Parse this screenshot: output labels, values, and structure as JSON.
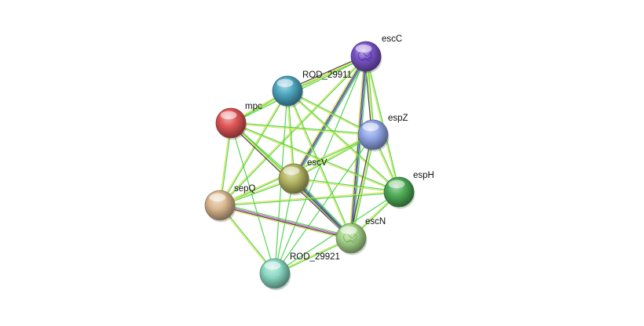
{
  "network": {
    "nodes": [
      {
        "id": "escC",
        "label": "escC",
        "color": "#7b55c9",
        "glyph": true,
        "glyph_color": "#3a1e86"
      },
      {
        "id": "ROD_29911",
        "label": "ROD_29911",
        "color": "#4fa8c2",
        "glyph": false
      },
      {
        "id": "mpc",
        "label": "mpc",
        "color": "#e05656",
        "glyph": false
      },
      {
        "id": "espZ",
        "label": "espZ",
        "color": "#93a8ea",
        "glyph": false
      },
      {
        "id": "escV",
        "label": "escV",
        "color": "#b7b864",
        "glyph": false
      },
      {
        "id": "espH",
        "label": "espH",
        "color": "#4fad57",
        "glyph": false
      },
      {
        "id": "sepQ",
        "label": "sepQ",
        "color": "#dcb991",
        "glyph": false
      },
      {
        "id": "escN",
        "label": "escN",
        "color": "#a7d88a",
        "glyph": true,
        "glyph_color": "#6e8f55"
      },
      {
        "id": "ROD_29921",
        "label": "ROD_29921",
        "color": "#8bdac4",
        "glyph": false
      }
    ],
    "edge_colors": {
      "green": "#3fd13c",
      "yellow": "#d6e14a",
      "black": "#333333",
      "blue": "#3030d6",
      "magenta": "#cf37cf",
      "gray": "#9a9a9a"
    },
    "edges": [
      {
        "source": "escC",
        "target": "ROD_29911",
        "types": [
          "green",
          "yellow",
          "black"
        ]
      },
      {
        "source": "escC",
        "target": "mpc",
        "types": [
          "green",
          "yellow"
        ]
      },
      {
        "source": "escC",
        "target": "espZ",
        "types": [
          "green",
          "yellow",
          "black"
        ]
      },
      {
        "source": "escC",
        "target": "escV",
        "types": [
          "green",
          "blue",
          "black",
          "yellow"
        ]
      },
      {
        "source": "escC",
        "target": "espH",
        "types": [
          "green",
          "yellow"
        ]
      },
      {
        "source": "escC",
        "target": "sepQ",
        "types": [
          "green",
          "yellow"
        ]
      },
      {
        "source": "escC",
        "target": "escN",
        "types": [
          "green",
          "blue",
          "black",
          "yellow"
        ]
      },
      {
        "source": "escC",
        "target": "ROD_29921",
        "types": [
          "green"
        ]
      },
      {
        "source": "ROD_29911",
        "target": "mpc",
        "types": [
          "green",
          "yellow"
        ]
      },
      {
        "source": "ROD_29911",
        "target": "espZ",
        "types": [
          "green",
          "yellow"
        ]
      },
      {
        "source": "ROD_29911",
        "target": "escV",
        "types": [
          "green",
          "yellow"
        ]
      },
      {
        "source": "ROD_29911",
        "target": "espH",
        "types": [
          "green",
          "yellow"
        ]
      },
      {
        "source": "ROD_29911",
        "target": "sepQ",
        "types": [
          "green",
          "yellow"
        ]
      },
      {
        "source": "ROD_29911",
        "target": "escN",
        "types": [
          "green",
          "yellow"
        ]
      },
      {
        "source": "ROD_29911",
        "target": "ROD_29921",
        "types": [
          "green"
        ]
      },
      {
        "source": "mpc",
        "target": "espZ",
        "types": [
          "green",
          "yellow"
        ]
      },
      {
        "source": "mpc",
        "target": "escV",
        "types": [
          "green",
          "yellow"
        ]
      },
      {
        "source": "mpc",
        "target": "espH",
        "types": [
          "green",
          "yellow"
        ]
      },
      {
        "source": "mpc",
        "target": "sepQ",
        "types": [
          "green",
          "yellow"
        ]
      },
      {
        "source": "mpc",
        "target": "escN",
        "types": [
          "green",
          "yellow",
          "black"
        ]
      },
      {
        "source": "mpc",
        "target": "ROD_29921",
        "types": [
          "green"
        ]
      },
      {
        "source": "espZ",
        "target": "escV",
        "types": [
          "green",
          "yellow"
        ]
      },
      {
        "source": "espZ",
        "target": "espH",
        "types": [
          "green",
          "yellow"
        ]
      },
      {
        "source": "espZ",
        "target": "sepQ",
        "types": [
          "green",
          "yellow"
        ]
      },
      {
        "source": "espZ",
        "target": "escN",
        "types": [
          "green",
          "yellow",
          "black"
        ]
      },
      {
        "source": "espZ",
        "target": "ROD_29921",
        "types": [
          "green"
        ]
      },
      {
        "source": "escV",
        "target": "espH",
        "types": [
          "green",
          "yellow"
        ]
      },
      {
        "source": "escV",
        "target": "sepQ",
        "types": [
          "green",
          "yellow"
        ]
      },
      {
        "source": "escV",
        "target": "escN",
        "types": [
          "green",
          "blue",
          "black",
          "gray"
        ]
      },
      {
        "source": "escV",
        "target": "ROD_29921",
        "types": [
          "green"
        ]
      },
      {
        "source": "espH",
        "target": "sepQ",
        "types": [
          "green",
          "yellow"
        ]
      },
      {
        "source": "espH",
        "target": "escN",
        "types": [
          "green",
          "yellow"
        ]
      },
      {
        "source": "espH",
        "target": "ROD_29921",
        "types": [
          "green"
        ]
      },
      {
        "source": "sepQ",
        "target": "escN",
        "types": [
          "green",
          "magenta",
          "black",
          "yellow"
        ]
      },
      {
        "source": "sepQ",
        "target": "ROD_29921",
        "types": [
          "green",
          "yellow"
        ]
      },
      {
        "source": "escN",
        "target": "ROD_29921",
        "types": [
          "green",
          "yellow"
        ]
      }
    ]
  }
}
